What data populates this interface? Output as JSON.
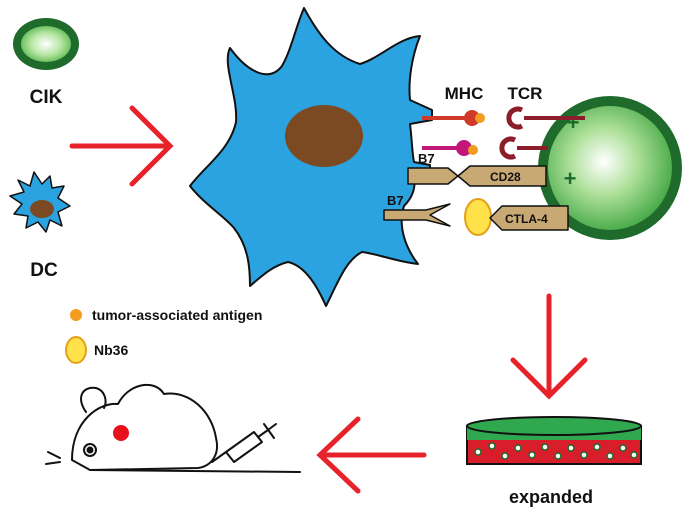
{
  "labels": {
    "cik": "CIK",
    "dc": "DC",
    "mhc": "MHC",
    "tcr": "TCR",
    "b7_top": "B7",
    "b7_bottom": "B7",
    "cd28": "CD28",
    "ctla4": "CTLA-4",
    "expanded": "expanded"
  },
  "legend": {
    "antigen": "tumor-associated antigen",
    "nb36": "Nb36"
  },
  "colors": {
    "dc_blue": "#2aa3e0",
    "nucleus_brown": "#7b4a22",
    "cik_green_dark": "#1e6b2c",
    "cik_green_light": "#9fdc8a",
    "arrow_red": "#e8222a",
    "antigen_orange": "#f39c1f",
    "nb36_yellow": "#ffe14a",
    "receptor_tan": "#c8a873",
    "mhc_red": "#d03a2a",
    "tcr_maroon": "#8b1e2a",
    "mhc_magenta": "#c2187a"
  }
}
